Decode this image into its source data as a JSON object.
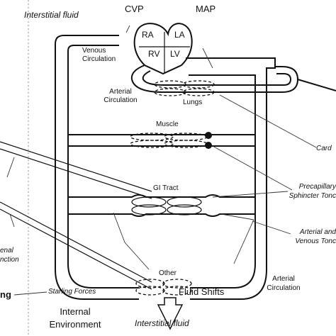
{
  "labels": {
    "interstitial_top": "Interstitial fluid",
    "cvp": "CVP",
    "map": "MAP",
    "ra": "RA",
    "la": "LA",
    "rv": "RV",
    "lv": "LV",
    "venous_circulation": "Venous\nCirculation",
    "arterial_circulation_upper": "Arterial\nCirculation",
    "lungs": "Lungs",
    "muscle": "Muscle",
    "gi_tract": "GI Tract",
    "other": "Other",
    "card": "Card",
    "precapillary": "Precapillary\nSphincter Tonc",
    "arterial_venous_tone": "Arterial and\nVenous Tonc",
    "arterial_circulation_lower": "Arterial\nCirculation",
    "renal_function": "enal\nnction",
    "left_edge_fragment": "ng",
    "starling_forces": "Starling Forces",
    "fluid_shifts": "Fluid Shifts",
    "internal_environment": "Internal\nEnvironment",
    "interstitial_bottom": "Interstitial fluid"
  }
}
